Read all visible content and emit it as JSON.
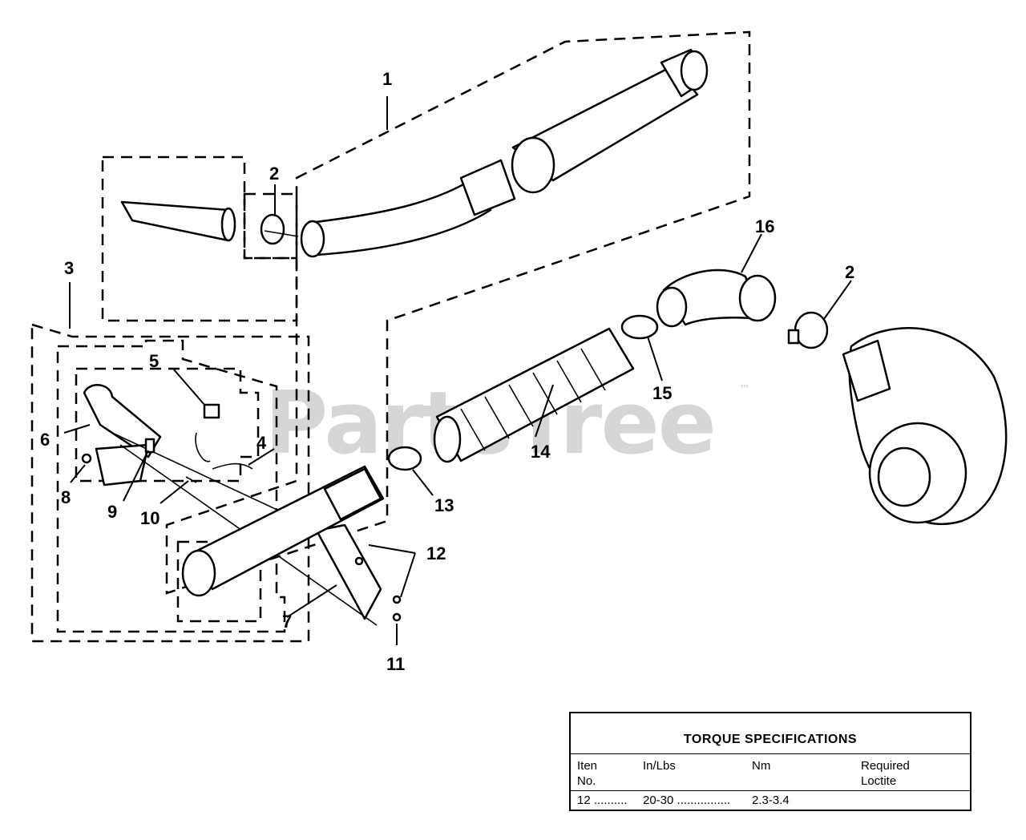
{
  "watermark": {
    "text": "PartsTree",
    "trademark": "™"
  },
  "callouts": [
    "1",
    "2",
    "2",
    "3",
    "4",
    "5",
    "6",
    "7",
    "8",
    "9",
    "10",
    "11",
    "12",
    "13",
    "14",
    "15",
    "16"
  ],
  "torque_table": {
    "title": "TORQUE SPECIFICATIONS",
    "headers": {
      "item_line1": "Iten",
      "item_line2": "No.",
      "in_lbs": "In/Lbs",
      "nm": "Nm",
      "loctite_line1": "Required",
      "loctite_line2": "Loctite"
    },
    "rows": [
      {
        "item": "12 ..........",
        "in_lbs": "20-30 ................",
        "nm": "2.3-3.4",
        "loctite": ""
      }
    ]
  }
}
